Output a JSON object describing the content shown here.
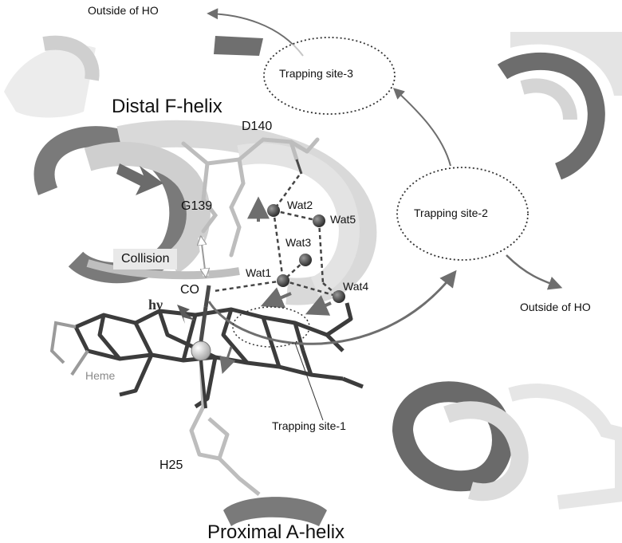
{
  "labels": {
    "outside_top": "Outside of HO",
    "outside_right": "Outside of HO",
    "trapping_site_3": "Trapping site-3",
    "trapping_site_2": "Trapping site-2",
    "trapping_site_1": "Trapping site-1",
    "distal_helix": "Distal F-helix",
    "proximal_helix": "Proximal A-helix",
    "d140": "D140",
    "g139": "G139",
    "collision": "Collision",
    "co": "CO",
    "hv": "hν",
    "heme": "Heme",
    "h25": "H25",
    "wat1": "Wat1",
    "wat2": "Wat2",
    "wat3": "Wat3",
    "wat4": "Wat4",
    "wat5": "Wat5"
  },
  "colors": {
    "helix_light": "#d9d9d9",
    "helix_dark": "#7a7a7a",
    "stick_dark": "#3c3c3c",
    "stick_light": "#bdbdbd",
    "water": "#4a4a4a",
    "arrow": "#6e6e6e",
    "ellipse_border": "#333333"
  }
}
